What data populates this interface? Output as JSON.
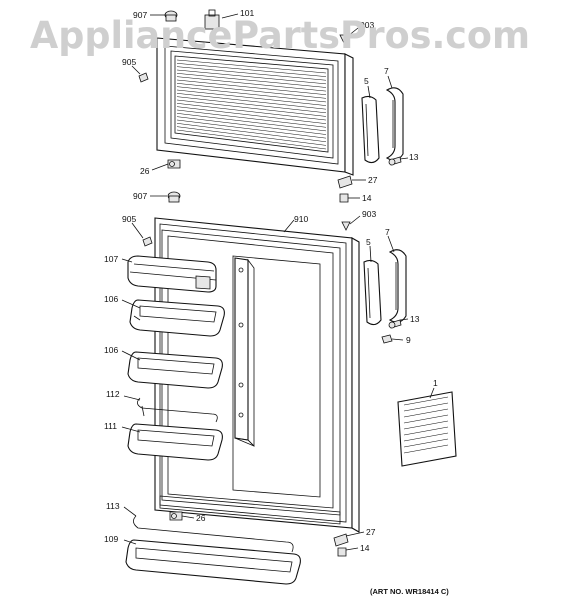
{
  "watermark": "AppliancePartsPros.com",
  "art_number": "(ART NO. WR18414 C)",
  "callouts": [
    {
      "id": "c-907-top",
      "text": "907"
    },
    {
      "id": "c-101",
      "text": "101"
    },
    {
      "id": "c-903-top",
      "text": "903"
    },
    {
      "id": "c-905-top",
      "text": "905"
    },
    {
      "id": "c-5-top",
      "text": "5"
    },
    {
      "id": "c-7-top",
      "text": "7"
    },
    {
      "id": "c-13-top",
      "text": "13"
    },
    {
      "id": "c-26-top",
      "text": "26"
    },
    {
      "id": "c-27-top",
      "text": "27"
    },
    {
      "id": "c-14-top",
      "text": "14"
    },
    {
      "id": "c-907-mid",
      "text": "907"
    },
    {
      "id": "c-905-mid",
      "text": "905"
    },
    {
      "id": "c-910",
      "text": "910"
    },
    {
      "id": "c-903-mid",
      "text": "903"
    },
    {
      "id": "c-5-mid",
      "text": "5"
    },
    {
      "id": "c-7-mid",
      "text": "7"
    },
    {
      "id": "c-107",
      "text": "107"
    },
    {
      "id": "c-106-a",
      "text": "106"
    },
    {
      "id": "c-13-mid",
      "text": "13"
    },
    {
      "id": "c-9",
      "text": "9"
    },
    {
      "id": "c-106-b",
      "text": "106"
    },
    {
      "id": "c-1",
      "text": "1"
    },
    {
      "id": "c-112",
      "text": "112"
    },
    {
      "id": "c-111",
      "text": "111"
    },
    {
      "id": "c-113",
      "text": "113"
    },
    {
      "id": "c-26-bot",
      "text": "26"
    },
    {
      "id": "c-27-bot",
      "text": "27"
    },
    {
      "id": "c-109",
      "text": "109"
    },
    {
      "id": "c-14-bot",
      "text": "14"
    }
  ]
}
